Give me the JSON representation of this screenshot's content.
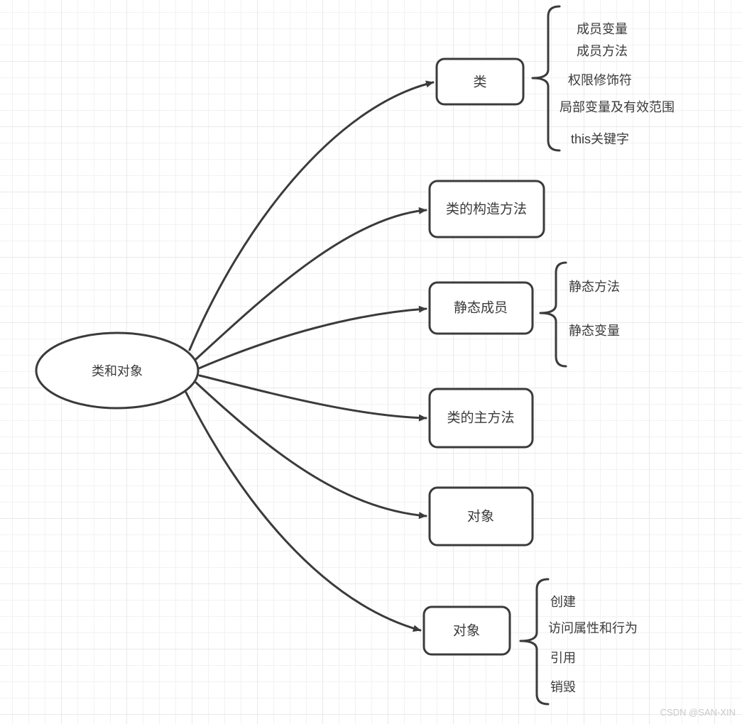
{
  "colors": {
    "stroke": "#3b3b3b",
    "text": "#3b3b3b",
    "node-fill": "#ffffff",
    "grid-minor": "#f2f2f4",
    "grid-major": "#e9e9ec",
    "watermark": "#c9c9c9"
  },
  "watermark": "CSDN @SAN-XIN",
  "diagram": {
    "root": {
      "label": "类和对象"
    },
    "nodes": [
      {
        "label": "类",
        "children": [
          "成员变量",
          "成员方法",
          "权限修饰符",
          "局部变量及有效范围",
          "this关键字"
        ]
      },
      {
        "label": "类的构造方法",
        "children": []
      },
      {
        "label": "静态成员",
        "children": [
          "静态方法",
          "静态变量"
        ]
      },
      {
        "label": "类的主方法",
        "children": []
      },
      {
        "label": "对象",
        "children": []
      },
      {
        "label": "对象",
        "children": [
          "创建",
          "访问属性和行为",
          "引用",
          "销毁"
        ]
      }
    ]
  }
}
